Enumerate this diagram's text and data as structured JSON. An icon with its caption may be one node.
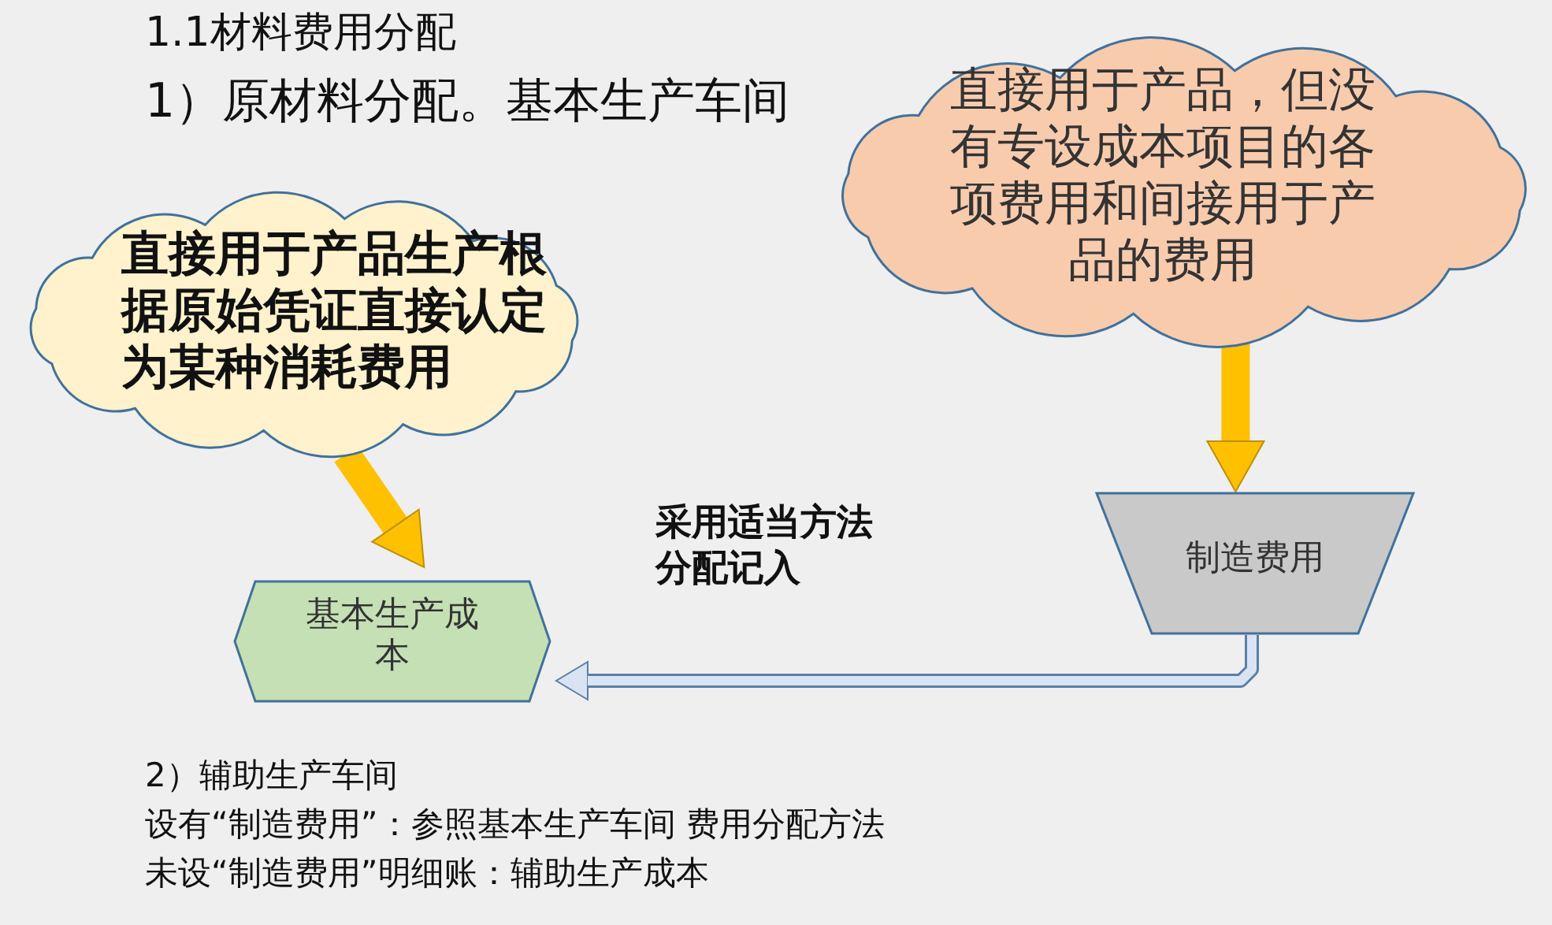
{
  "diagram": {
    "title": "1.1材料费用分配",
    "nodes": [
      {
        "text": [
          "直接用于产品生产根据原始凭证直接认定为某种消耗费用"
        ]
      },
      {
        "text": [
          "直接用于产品，但没有专设成本项目的各项费用和间接用于产品的费用"
        ]
      },
      {
        "text": [
          "基本生产成本"
        ]
      },
      {
        "text": [
          "制造费用"
        ]
      }
    ],
    "edges": [
      {
        "from": 0,
        "to": 2,
        "arrow": "to"
      },
      {
        "from": 1,
        "to": 3,
        "arrow": "to"
      },
      {
        "from": 3,
        "to": 2,
        "arrow": "to",
        "label": "采用适当方法分配记入",
        "color": "#5b7fa6"
      }
    ],
    "labels": [
      "1）原材料分配。基本生产车间",
      "2）辅助生产车间",
      "设有“制造费用”：参照基本生产车间 费用分配方法",
      "未设“制造费用”明细账：辅助生产成本"
    ]
  }
}
